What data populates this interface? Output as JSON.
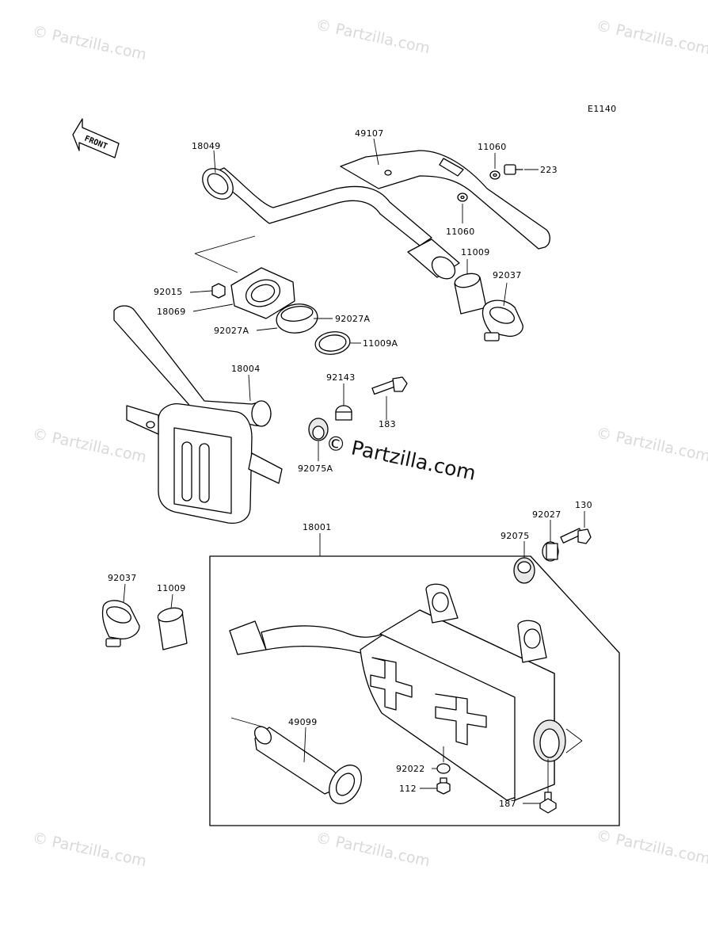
{
  "diagram_code": "E1140",
  "front_label": "FRONT",
  "watermark": "© Partzilla.com",
  "brand_watermark": "© Partzilla.com",
  "part_labels": {
    "p18049": "18049",
    "p49107": "49107",
    "p11060a": "11060",
    "p223": "223",
    "p11060b": "11060",
    "p11009a": "11009",
    "p92037a": "92037",
    "p92015": "92015",
    "p18069": "18069",
    "p92027A_r": "92027A",
    "p92027A_l": "92027A",
    "p11009A": "11009A",
    "p18004": "18004",
    "p92143": "92143",
    "p183": "183",
    "p92075A": "92075A",
    "p18001": "18001",
    "p130": "130",
    "p92027": "92027",
    "p92075": "92075",
    "p92037b": "92037",
    "p11009b": "11009",
    "p49099": "49099",
    "p92022": "92022",
    "p112": "112",
    "p187": "187"
  }
}
